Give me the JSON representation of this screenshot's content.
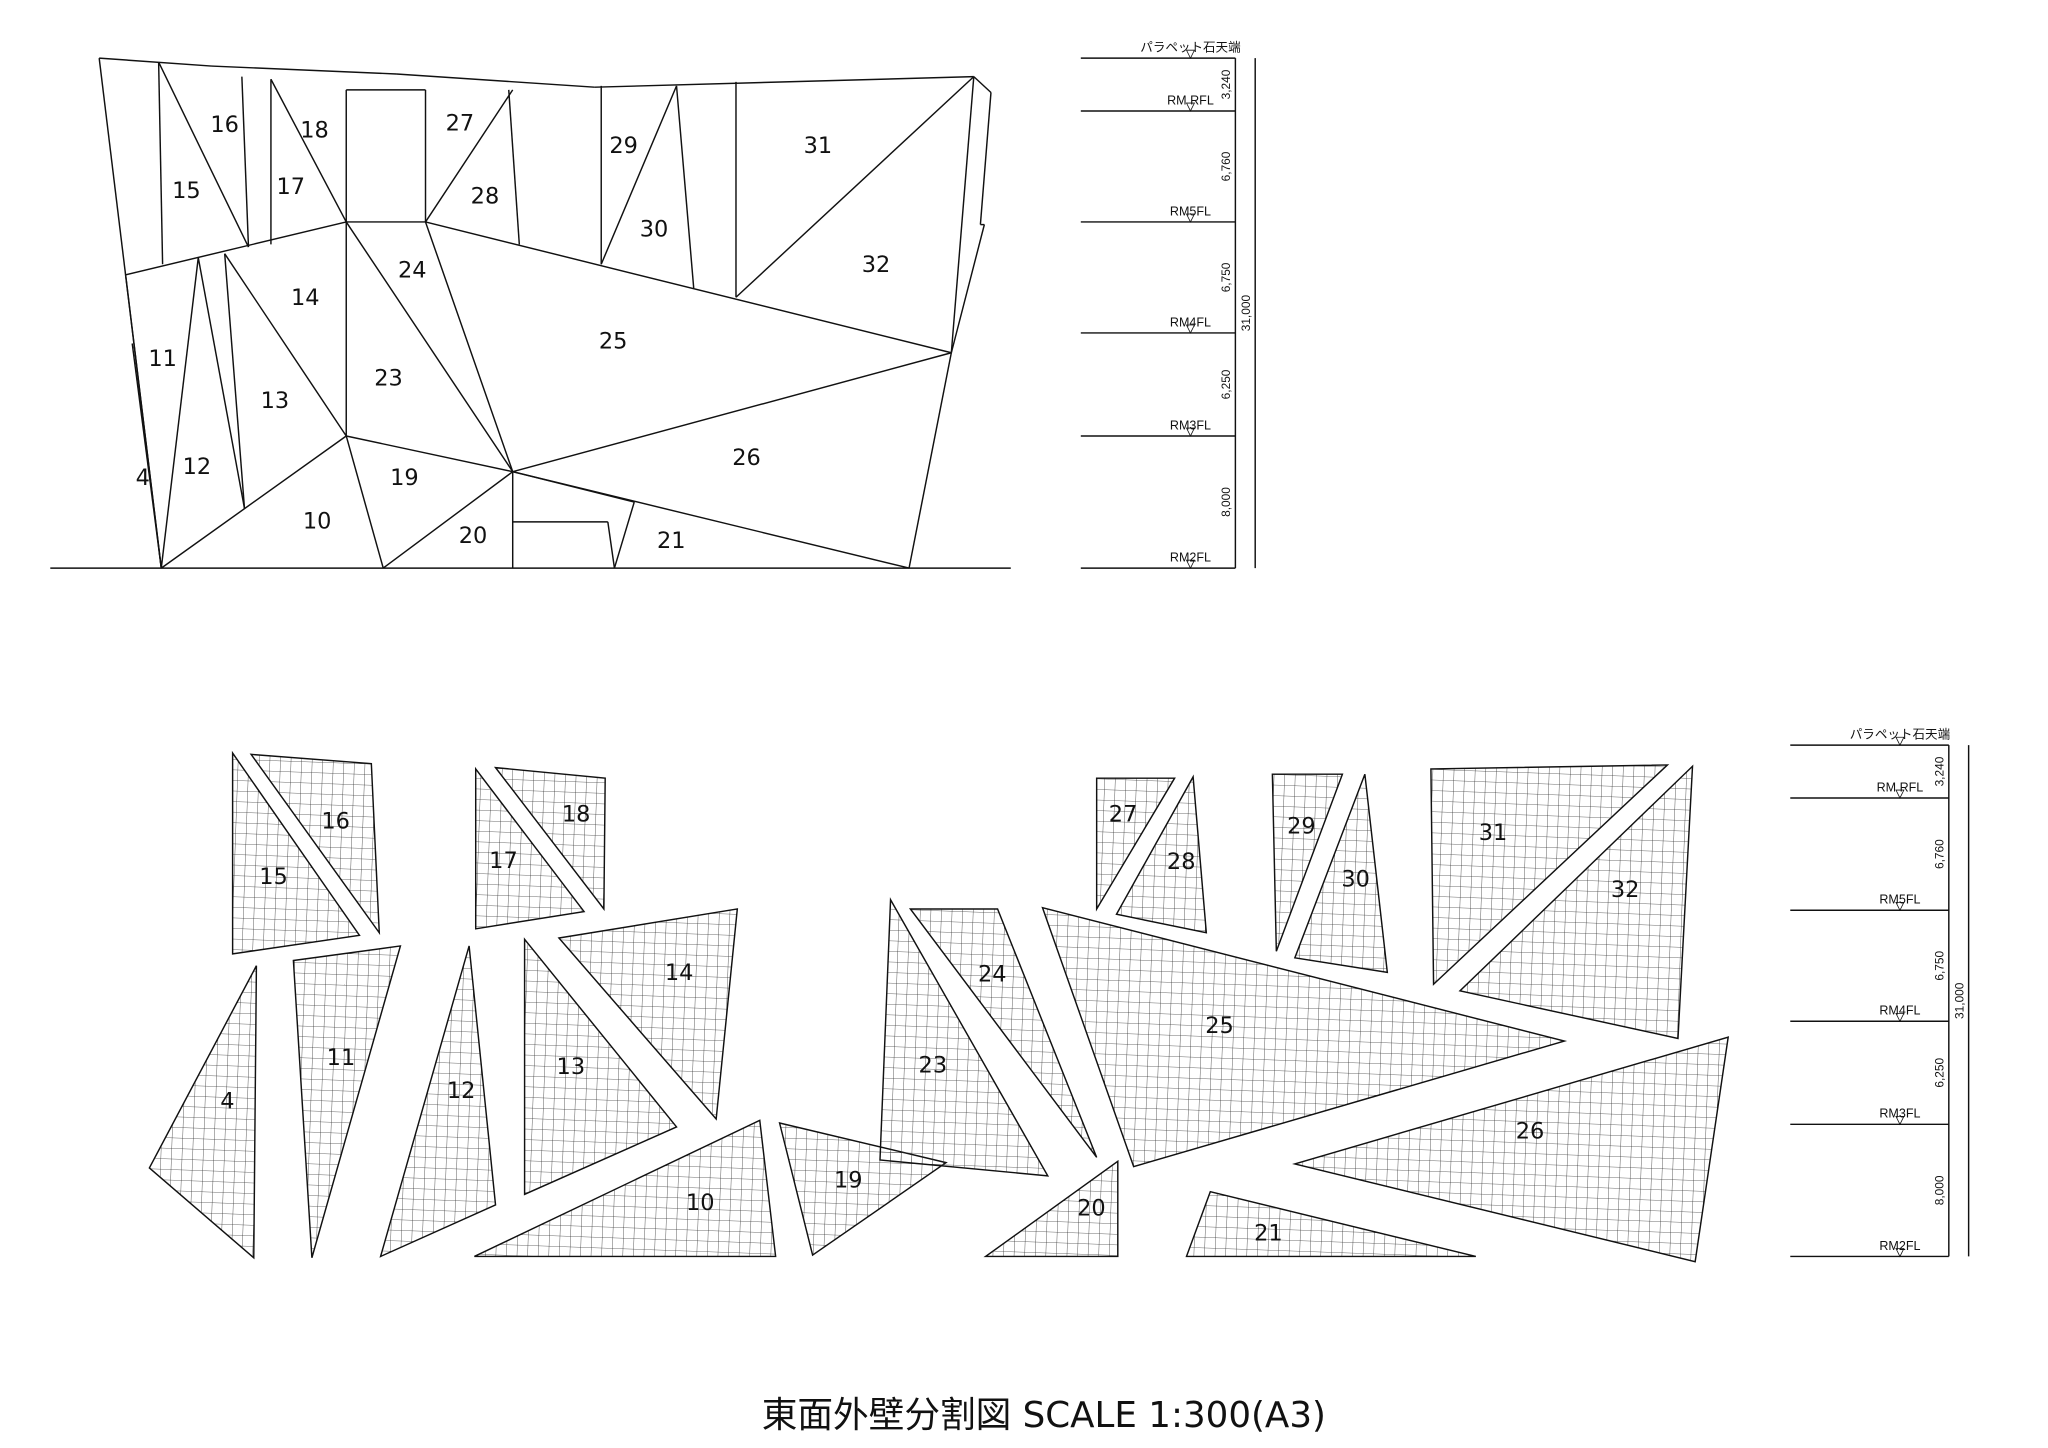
{
  "title": "東面外壁分割図  SCALE 1:300(A3)",
  "levels": [
    "パラペット石天端",
    "RM RFL",
    "RM5FL",
    "RM4FL",
    "RM3FL",
    "RM2FL"
  ],
  "dims": [
    "3,240",
    "6,760",
    "6,750",
    "6,250",
    "8,000"
  ],
  "total_dim": "31,000",
  "panels": [
    "4",
    "10",
    "11",
    "12",
    "13",
    "14",
    "15",
    "16",
    "17",
    "18",
    "19",
    "20",
    "21",
    "23",
    "24",
    "25",
    "26",
    "27",
    "28",
    "29",
    "30",
    "31",
    "32"
  ]
}
